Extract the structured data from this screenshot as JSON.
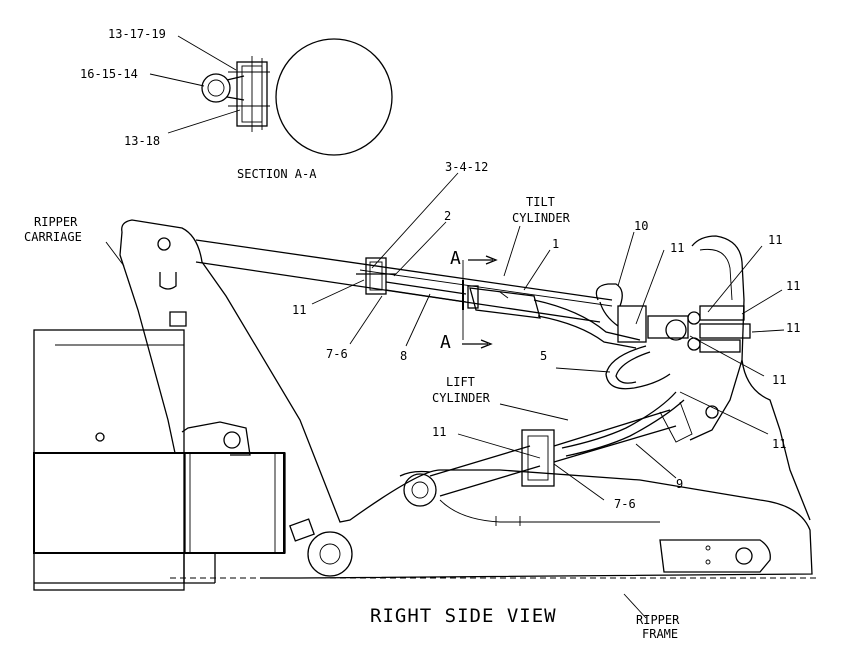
{
  "diagram": {
    "view_title": "RIGHT SIDE VIEW",
    "section_title": "SECTION A-A",
    "section_marker": "A",
    "components": {
      "ripper_carriage": [
        "RIPPER",
        "CARRIAGE"
      ],
      "tilt_cylinder": [
        "TILT",
        "CYLINDER"
      ],
      "lift_cylinder": [
        "LIFT",
        "CYLINDER"
      ],
      "ripper_frame": [
        "RIPPER",
        "FRAME"
      ]
    },
    "callouts": {
      "c_13_17_19": "13-17-19",
      "c_16_15_14": "16-15-14",
      "c_13_18": "13-18",
      "c_3_4_12": "3-4-12",
      "c_2": "2",
      "c_1": "1",
      "c_10": "10",
      "c_11_left": "11",
      "c_7_6_upper": "7-6",
      "c_8": "8",
      "c_5": "5",
      "c_11_t1": "11",
      "c_11_t2": "11",
      "c_11_r1": "11",
      "c_11_r2": "11",
      "c_11_r3": "11",
      "c_11_r4": "11",
      "c_11_lift": "11",
      "c_7_6_lower": "7-6",
      "c_9": "9"
    }
  }
}
